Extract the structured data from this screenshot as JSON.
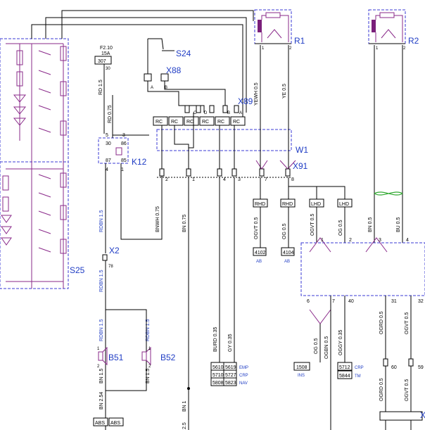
{
  "components": {
    "R1": "R1",
    "R2": "R2",
    "S24": "S24",
    "X88": "X88",
    "X89": "X89",
    "W1": "W1",
    "X91": "X91",
    "K12": "K12",
    "X2": "X2",
    "S25": "S25",
    "B51": "B51",
    "B52": "B52",
    "X_right": "X"
  },
  "fuse": {
    "id": "F2.10",
    "rating": "15A",
    "box": "307",
    "pin": "30"
  },
  "wires": {
    "rd15": "RD 1.5",
    "rd075": "RD 0.75",
    "yewh": "YEWH 0.5",
    "ye": "YE 0.5",
    "rdbn15a": "RDBN 1.5",
    "rdbn15b": "RDBN 1.5",
    "rdbn15c": "RDBN 1.5",
    "rdbn15d": "RDBN 1.5",
    "bnwh": "BNWH 0.75",
    "bn075": "BN 0.75",
    "ogvt": "OGVT 0.5",
    "og05": "OG 0.5",
    "ogvt2": "OGVT 0.5",
    "og2": "OG 0.5",
    "bn05": "BN 0.5",
    "bu05": "BU 0.5",
    "burd": "BURD 0.35",
    "gy": "GY 0.35",
    "og3": "OG 0.5",
    "ogbn": "OGBN 0.5",
    "oggy": "OGGY 0.35",
    "ogrd": "OGRD 0.5",
    "ogvt3": "OGVT 0.5",
    "ogrd2": "OGRD 0.5",
    "ogvt4": "OGVT 0.5",
    "bn15": "BN 1.5",
    "bn15b": "BN 1.5",
    "bn254": "BN 2.54",
    "bn1": "BN 1",
    "n25": "2.5"
  },
  "pins": {
    "x88a": "A",
    "x88b": "B",
    "x89c": "C",
    "x89d": "D",
    "x89b": "B",
    "x89a": "A",
    "k30": "30",
    "k86": "86",
    "k87": "87",
    "k85": "85",
    "k5": "5",
    "k3": "3",
    "k4": "4",
    "k1": "1",
    "w2": "2",
    "w1": "1",
    "w4": "4",
    "w3": "3",
    "w7": "7",
    "w8": "8",
    "x78": "78",
    "r1a": "1",
    "r1b": "2",
    "r2a": "1",
    "r2b": "2",
    "c1": "1",
    "c2": "2",
    "c3": "3",
    "c4": "4",
    "c6": "6",
    "c7": "7",
    "c40": "40",
    "c31": "31",
    "c32": "32",
    "c60": "60",
    "c59": "59",
    "b51a": "1",
    "b51b": "2",
    "b52a": "1",
    "b52b": "2"
  },
  "rc": [
    "RC",
    "RC",
    "RC",
    "RC",
    "RC",
    "RC"
  ],
  "boxes": {
    "rhd1": "RHD",
    "rhd2": "RHD",
    "lhd1": "LHD",
    "lhd2": "LHD",
    "ref4102": "4102",
    "ref4104": "4104",
    "ab1": "AB",
    "ab2": "AB",
    "ref1508": "1508",
    "ins": "INS",
    "ref5712": "5712",
    "crp1": "CRP",
    "ref5844": "5844",
    "tm": "TM",
    "abs1": "ABS",
    "abs2": "ABS"
  },
  "table": {
    "rows": [
      [
        "5610",
        "5619",
        "EMP"
      ],
      [
        "5710",
        "5727",
        "CRP"
      ],
      [
        "5808",
        "5823",
        "NAV"
      ]
    ]
  },
  "colors": {
    "wire": "#000000",
    "component": "#8a2a8a",
    "frame": "#3b3bd6",
    "label": "#1f3cc4",
    "twist": "#33aa33"
  }
}
